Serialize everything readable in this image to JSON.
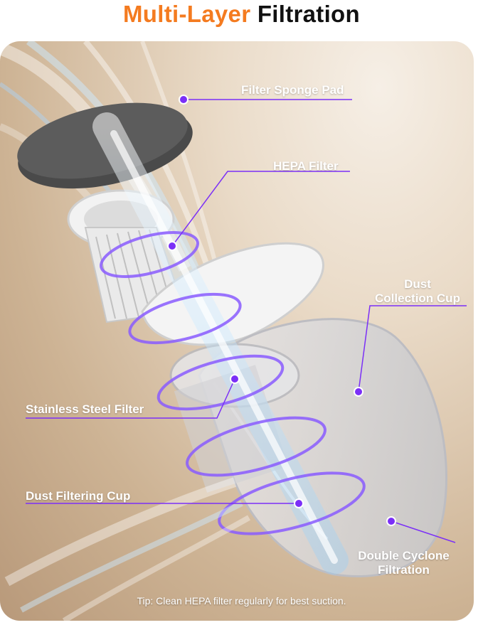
{
  "title": {
    "accent": "Multi-Layer",
    "rest": "Filtration"
  },
  "labels": {
    "filter_sponge_pad": "Filter Sponge Pad",
    "hepa_filter": "HEPA Filter",
    "dust_collection_cup_line1": "Dust",
    "dust_collection_cup_line2": "Collection Cup",
    "stainless_steel_filter": "Stainless Steel Filter",
    "dust_filtering_cup": "Dust Filtering Cup",
    "double_cyclone_line1": "Double Cyclone",
    "double_cyclone_line2": "Filtration"
  },
  "tip": "Tip: Clean HEPA filter regularly for best suction.",
  "colors": {
    "accent": "#f47b20",
    "callout": "#7b2ff7",
    "background": "#d9c3a8"
  },
  "icons": [
    "callout-dot-icon"
  ]
}
